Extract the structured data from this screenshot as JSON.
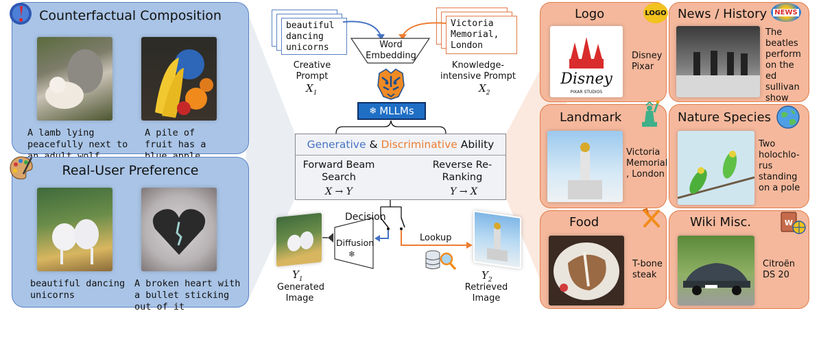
{
  "left": {
    "counterfactual": {
      "title": "Counterfactual Composition",
      "captions": [
        "A lamb lying peacefully next to an adult wolf.",
        "A pile of fruit has a blue apple."
      ]
    },
    "preference": {
      "title": "Real-User Preference",
      "captions": [
        "beautiful dancing unicorns",
        "A broken heart with a bullet sticking out of it"
      ]
    }
  },
  "center": {
    "creative_prompt_text": "beautiful dancing unicorns",
    "knowledge_prompt_text": "Victoria Memorial, London",
    "word_embedding": "Word Embedding",
    "creative_label": "Creative Prompt",
    "knowledge_label": "Knowledge-intensive Prompt",
    "x1": "X",
    "x1_sub": "1",
    "x2": "X",
    "x2_sub": "2",
    "mllms": "MLLMs",
    "ability": {
      "generative": "Generative",
      "amp": " & ",
      "discriminative": "Discriminative",
      "rest": " Ability"
    },
    "forward": "Forward Beam Search",
    "forward_math": "X → Y",
    "reverse": "Reverse Re-Ranking",
    "reverse_math": "Y → X",
    "decision": "Decision",
    "diffusion": "Diffusion",
    "lookup": "Lookup",
    "y1": "Y",
    "y1_sub": "1",
    "generated": "Generated Image",
    "y2": "Y",
    "y2_sub": "2",
    "retrieved": "Retrieved Image"
  },
  "right": {
    "logo": {
      "title": "Logo",
      "caption": "Disney Pixar",
      "badge": "LOGO"
    },
    "news": {
      "title": "News / History",
      "caption": "The beatles perform on the ed sullivan show",
      "badge": "NEWS"
    },
    "landmark": {
      "title": "Landmark",
      "caption": "Victoria Memorial , London"
    },
    "nature": {
      "title": "Nature Species",
      "caption": "Two holochlo-rus standing on a pole"
    },
    "food": {
      "title": "Food",
      "caption": "T-bone steak"
    },
    "wiki": {
      "title": "Wiki Misc.",
      "caption": "Citroën DS 20"
    }
  },
  "colors": {
    "blue": "#4472c4",
    "orange": "#ed7d31",
    "mllm_fill": "#1f6fc5"
  }
}
